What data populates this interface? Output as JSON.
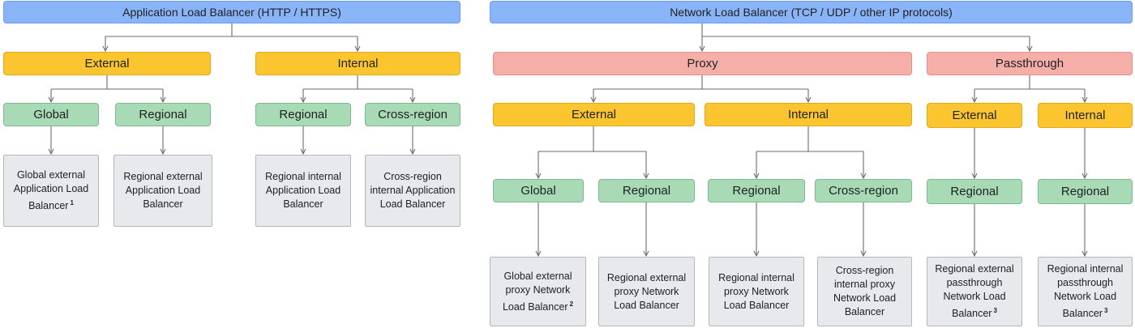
{
  "alb": {
    "title": "Application Load Balancer (HTTP / HTTPS)",
    "external": {
      "label": "External",
      "global": {
        "label": "Global",
        "leaf": "Global external Application Load Balancer",
        "note": "1"
      },
      "regional": {
        "label": "Regional",
        "leaf": "Regional external Application Load Balancer"
      }
    },
    "internal": {
      "label": "Internal",
      "regional": {
        "label": "Regional",
        "leaf": "Regional internal Application Load Balancer"
      },
      "crossregion": {
        "label": "Cross-region",
        "leaf": "Cross-region internal Application Load Balancer"
      }
    }
  },
  "nlb": {
    "title": "Network Load Balancer (TCP / UDP / other IP protocols)",
    "proxy": {
      "label": "Proxy",
      "external": {
        "label": "External",
        "global": {
          "label": "Global",
          "leaf": "Global external proxy Network Load Balancer",
          "note": "2"
        },
        "regional": {
          "label": "Regional",
          "leaf": "Regional external proxy Network Load Balancer"
        }
      },
      "internal": {
        "label": "Internal",
        "regional": {
          "label": "Regional",
          "leaf": "Regional internal proxy Network Load Balancer"
        },
        "crossregion": {
          "label": "Cross-region",
          "leaf": "Cross-region internal proxy Network Load Balancer"
        }
      }
    },
    "passthrough": {
      "label": "Passthrough",
      "external": {
        "label": "External",
        "regional": {
          "label": "Regional",
          "leaf": "Regional external passthrough Network Load Balancer",
          "note": "3"
        }
      },
      "internal": {
        "label": "Internal",
        "regional": {
          "label": "Regional",
          "leaf": "Regional internal passthrough Network  Load Balancer",
          "note": "3"
        }
      }
    }
  },
  "colors": {
    "title": "#8ab4f8",
    "scope": "#fbc52f",
    "proxy_type": "#f6aea9",
    "region": "#a8dab5",
    "leaf": "#e8e9ec",
    "connector": "#6b6b6b"
  }
}
